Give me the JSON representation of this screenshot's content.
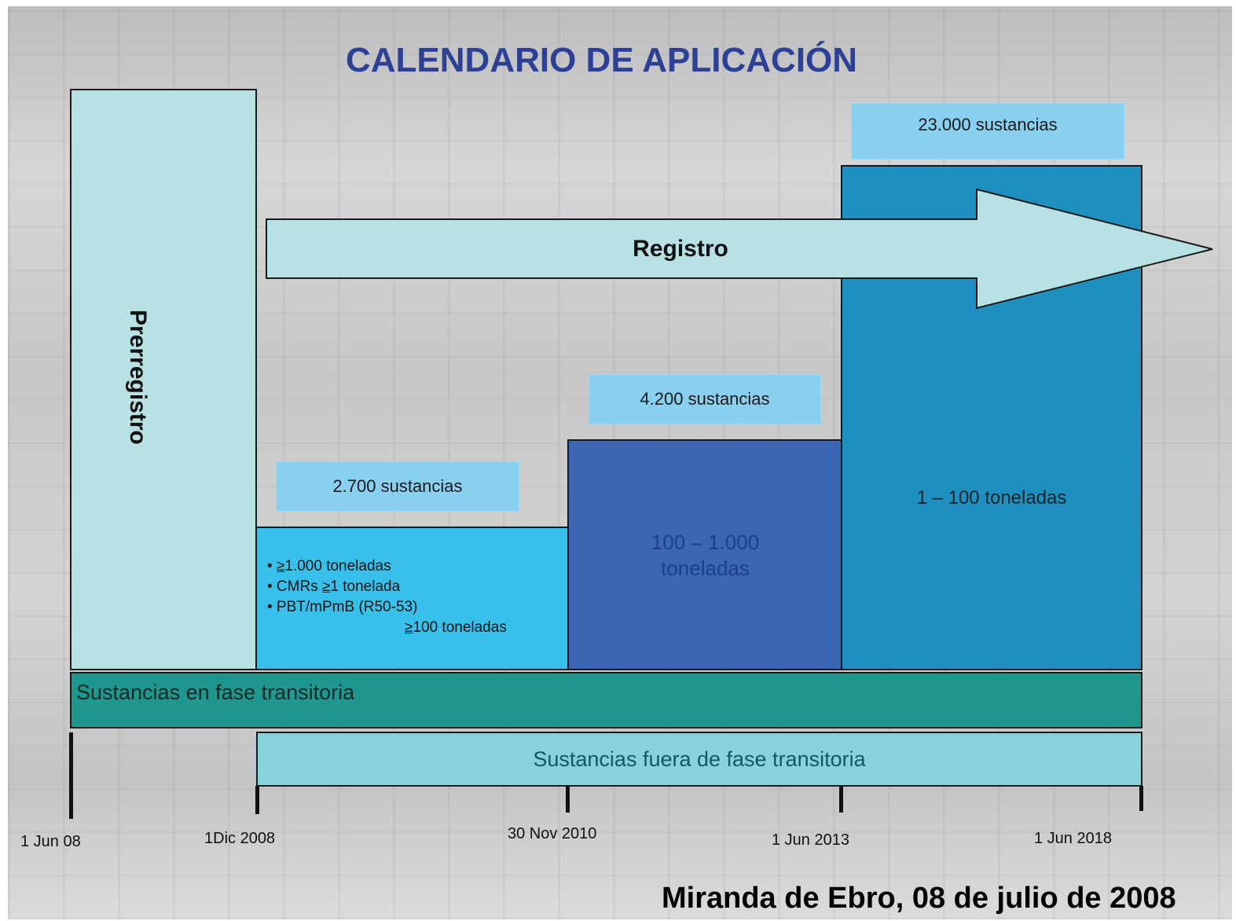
{
  "title": "CALENDARIO DE APLICACIÓN",
  "prerregistro_label": "Prerregistro",
  "registro_label": "Registro",
  "phases": [
    {
      "substances": "2.700 sustancias",
      "bullets": [
        {
          "prefix": "• ",
          "underlined": "≥",
          "rest": "1.000 toneladas"
        },
        {
          "prefix": "• CMRs ",
          "underlined": "≥",
          "rest": "1 tonelada"
        },
        {
          "prefix": "• PBT/mPmB (R50-53)",
          "underlined": "",
          "rest": ""
        },
        {
          "prefix": "",
          "underlined": "≥",
          "rest": "100 toneladas",
          "indent": true
        }
      ]
    },
    {
      "substances": "4.200 sustancias",
      "label_line1": "100 – 1.000",
      "label_line2": "toneladas"
    },
    {
      "substances": "23.000 sustancias",
      "label": "1 – 100 toneladas"
    }
  ],
  "bands": {
    "transitional": "Sustancias en fase transitoria",
    "non_transitional": "Sustancias fuera de fase transitoria"
  },
  "timeline_dates": [
    "1 Jun 08",
    "1Dic 2008",
    "30 Nov 2010",
    "1 Jun 2013",
    "1 Jun 2018"
  ],
  "footer": "Miranda de Ebro, 08 de julio de 2008",
  "colors": {
    "title": "#2e3f96",
    "prerregistro": "#b8e1e4",
    "phase1": "#38c0ea",
    "phase2": "#3a66b3",
    "phase3": "#1e8fbe",
    "substance_box": "#88cff0",
    "transitional_band": "#1f968e",
    "non_transitional_band": "#86d3db",
    "arrow": "#b8e1e4"
  }
}
